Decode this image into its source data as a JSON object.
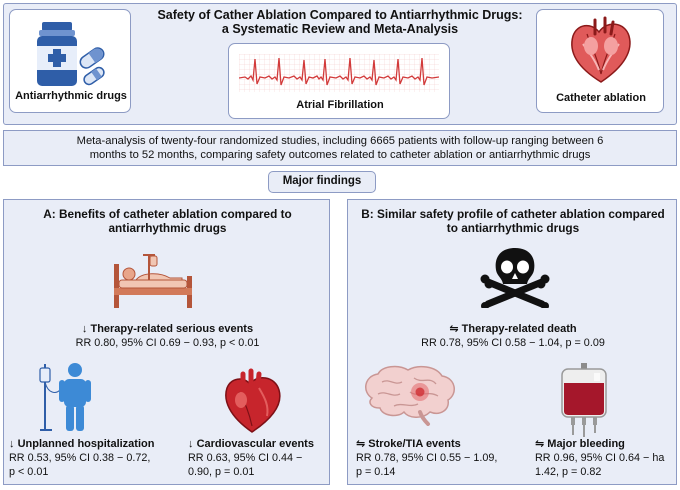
{
  "title_line1": "Safety of Cather Ablation Compared to Antiarrhythmic Drugs:",
  "title_line2": "a Systematic Review and Meta-Analysis",
  "header": {
    "left_label": "Antiarrhythmic drugs",
    "middle_label": "Atrial Fibrillation",
    "right_label": "Catheter ablation"
  },
  "summary_line1": "Meta-analysis of twenty-four randomized studies, including 6665 patients with follow-up ranging between 6",
  "summary_line2": "months to 52 months, comparing safety outcomes related to catheter ablation or antiarrhythmic drugs",
  "major_findings": "Major findings",
  "section_a": {
    "heading_line1": "A: Benefits of catheter ablation compared to",
    "heading_line2": "antiarrhythmic drugs",
    "serious": {
      "arrow": "↓",
      "title": "Therapy-related serious events",
      "value": "RR 0.80, 95% CI 0.69 − 0.93, p < 0.01"
    },
    "hospital": {
      "arrow": "↓",
      "title": "Unplanned hospitalization",
      "value_line1": "RR 0.53, 95% CI 0.38 − 0.72,",
      "value_line2": "p < 0.01"
    },
    "cardio": {
      "arrow": "↓",
      "title": "Cardiovascular events",
      "value_line1": "RR 0.63, 95% CI 0.44 −",
      "value_line2": "0.90, p = 0.01"
    }
  },
  "section_b": {
    "heading_line1": "B: Similar safety profile of catheter ablation compared",
    "heading_line2": "to antiarrhythmic drugs",
    "death": {
      "arrow": "⇋",
      "title": "Therapy-related death",
      "value": "RR 0.78, 95% CI 0.58 − 1.04, p = 0.09"
    },
    "stroke": {
      "arrow": "⇋",
      "title": "Stroke/TIA events",
      "value_line1": "RR 0.78, 95% CI 0.55 − 1.09,",
      "value_line2": "p = 0.14"
    },
    "bleeding": {
      "arrow": "⇋",
      "title": "Major bleeding",
      "value_line1": "RR 0.96, 95% CI 0.64 − ha",
      "value_line2": "1.42, p = 0.82"
    }
  },
  "icons": {
    "pill_bottle": "pill-bottle-icon",
    "ecg": "ecg-icon",
    "heart_anatomy": "heart-anatomy-icon",
    "hospital_bed": "hospital-bed-icon",
    "patient_iv": "patient-iv-icon",
    "heart": "heart-icon",
    "skull": "skull-crossbones-icon",
    "brain": "brain-icon",
    "blood_bag": "blood-bag-icon"
  },
  "colors": {
    "panel_bg": "#e9edf7",
    "border": "#8d9bc4",
    "bottle_blue": "#2f5ea8",
    "ecg_red": "#d23a3a",
    "heart_red": "#c7252c",
    "blood_red": "#a5172b"
  }
}
